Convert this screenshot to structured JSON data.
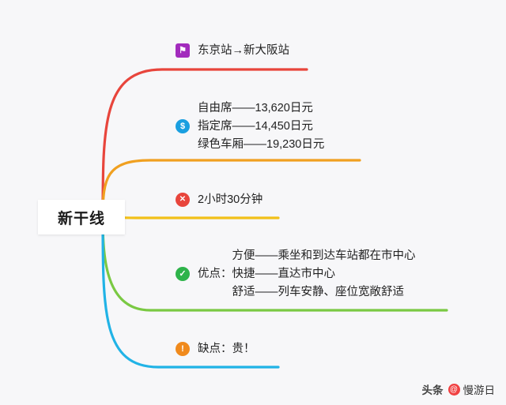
{
  "canvas": {
    "background": "#f7f7f9"
  },
  "root": {
    "label": "新干线"
  },
  "branches": [
    {
      "id": "route",
      "color": "#e8453c",
      "icon": "flag-icon",
      "icon_glyph": "⚑",
      "icon_color": "#a22bbd",
      "lines": [
        "东京站→新大阪站"
      ]
    },
    {
      "id": "price",
      "color": "#f0a020",
      "icon": "dollar-icon",
      "icon_glyph": "$",
      "icon_color": "#1a9fe0",
      "lines": [
        "自由席——13,620日元",
        "指定席——14,450日元",
        "绿色车厢——19,230日元"
      ]
    },
    {
      "id": "duration",
      "color": "#f2c018",
      "icon": "clock-icon",
      "icon_glyph": "✕",
      "icon_color": "#e8453c",
      "lines": [
        "2小时30分钟"
      ]
    },
    {
      "id": "advantages",
      "color": "#7ac943",
      "icon": "check-icon",
      "icon_glyph": "✓",
      "icon_color": "#2eb34a",
      "label": "优点：",
      "lines": [
        "方便——乘坐和到达车站都在市中心",
        "快捷——直达市中心",
        "舒适——列车安静、座位宽敞舒适"
      ]
    },
    {
      "id": "disadvantages",
      "color": "#21b3e6",
      "icon": "warning-icon",
      "icon_glyph": "!",
      "icon_color": "#f08a1d",
      "lines": [
        "缺点：贵！"
      ]
    }
  ],
  "watermark": {
    "platform": "头条",
    "badge_glyph": "@",
    "account": "慢游日"
  }
}
